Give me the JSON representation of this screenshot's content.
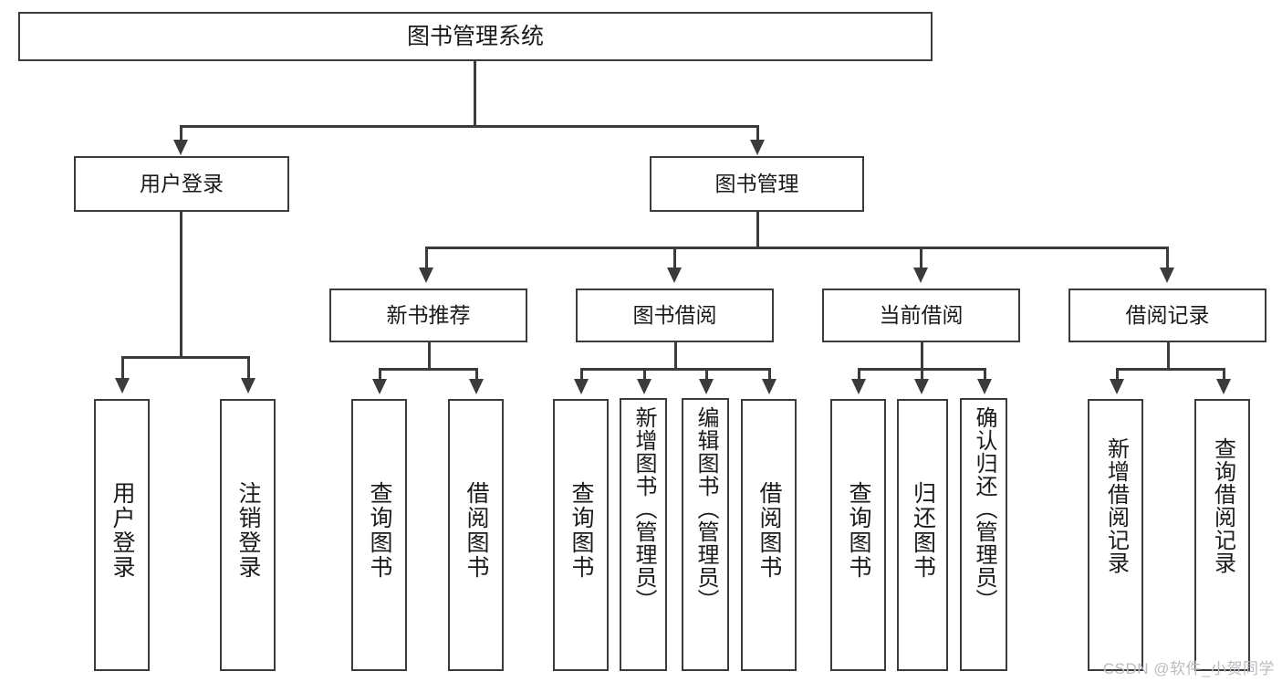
{
  "diagram": {
    "type": "tree-hierarchy",
    "title": "图书管理系统",
    "root": {
      "label": "图书管理系统"
    },
    "level2": [
      {
        "label": "用户登录"
      },
      {
        "label": "图书管理"
      }
    ],
    "level3": [
      {
        "label": "新书推荐"
      },
      {
        "label": "图书借阅"
      },
      {
        "label": "当前借阅"
      },
      {
        "label": "借阅记录"
      }
    ],
    "leaves": {
      "user_login": [
        {
          "label": "用户登录"
        },
        {
          "label": "注销登录"
        }
      ],
      "new_book_recommend": [
        {
          "label": "查询图书"
        },
        {
          "label": "借阅图书"
        }
      ],
      "book_borrow": [
        {
          "label": "查询图书"
        },
        {
          "label": "新增图书（管理员）"
        },
        {
          "label": "编辑图书（管理员）"
        },
        {
          "label": "借阅图书"
        }
      ],
      "current_borrow": [
        {
          "label": "查询图书"
        },
        {
          "label": "归还图书"
        },
        {
          "label": "确认归还（管理员）"
        }
      ],
      "borrow_record": [
        {
          "label": "新增借阅记录"
        },
        {
          "label": "查询借阅记录"
        }
      ]
    }
  },
  "watermark": {
    "text": "CSDN @软件_小贺同学"
  },
  "colors": {
    "stroke": "#3b3b3b",
    "background": "#ffffff",
    "text": "#1a1a1a",
    "watermark": "#b9bcc0"
  }
}
